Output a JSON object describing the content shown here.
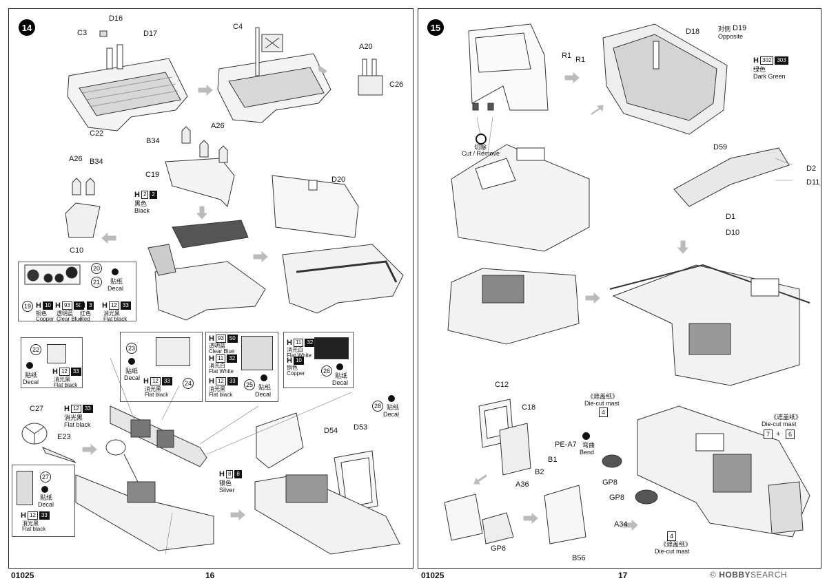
{
  "left_page": {
    "step": "14",
    "part_code": "01025",
    "page_number": "16",
    "parts": [
      "D16",
      "C3",
      "D17",
      "C22",
      "C4",
      "A20",
      "C26",
      "A26",
      "B34",
      "C19",
      "A26",
      "B34",
      "C10",
      "D20",
      "C27",
      "E23",
      "D54",
      "D53"
    ],
    "paints": {
      "black": {
        "h": "H",
        "n1": "2",
        "n2": "2",
        "cn": "黑色",
        "en": "Black"
      },
      "flat_black": {
        "h": "H",
        "n1": "12",
        "n2": "33",
        "cn": "消光黑",
        "en": "Flat black"
      },
      "silver": {
        "h": "H",
        "n1": "8",
        "n2": "8",
        "cn": "银色",
        "en": "Silver"
      }
    },
    "decal_panel_1": {
      "numbers": [
        "20",
        "21",
        "19"
      ],
      "decal_cn": "贴纸",
      "decal_en": "Decal",
      "copper": {
        "n": "10",
        "cn": "铜色",
        "en": "Copper"
      },
      "clear_blue": {
        "n1": "93",
        "n2": "50",
        "cn": "透明蓝",
        "en": "Clear Blue"
      },
      "red": {
        "n": "3",
        "cn": "红色",
        "en": "Red"
      },
      "flat_black": {
        "n1": "12",
        "n2": "33",
        "cn": "消光黑",
        "en": "Flat black"
      }
    },
    "decal_panel_2": {
      "number": "22",
      "decal_cn": "贴纸",
      "decal_en": "Decal",
      "n1": "12",
      "n2": "33",
      "cn": "消光黑",
      "en": "Flat black"
    },
    "decal_panel_3": {
      "numbers": [
        "23",
        "24"
      ],
      "decal_cn": "贴纸",
      "decal_en": "Decal",
      "n1": "12",
      "n2": "33",
      "cn": "消光黑",
      "en": "Flat black"
    },
    "decal_panel_4": {
      "number": "25",
      "decal_cn": "贴纸",
      "decal_en": "Decal",
      "clear_blue": {
        "n1": "93",
        "n2": "50",
        "cn": "透明蓝",
        "en": "Clear Blue"
      },
      "flat_white": {
        "n1": "11",
        "n2": "32",
        "cn": "消光白",
        "en": "Flat White"
      },
      "flat_black": {
        "n1": "12",
        "n2": "33",
        "cn": "消光黑",
        "en": "Flat black"
      }
    },
    "decal_panel_5": {
      "number": "26",
      "decal_cn": "贴纸",
      "decal_en": "Decal",
      "flat_white": {
        "n1": "11",
        "n2": "32",
        "cn": "消光白",
        "en": "Flat White"
      },
      "copper": {
        "n": "10",
        "cn": "铜色",
        "en": "Copper"
      }
    },
    "decal_28": {
      "number": "28",
      "cn": "贴纸",
      "en": "Decal"
    },
    "decal_panel_6": {
      "number": "27",
      "decal_cn": "贴纸",
      "decal_en": "Decal",
      "n1": "12",
      "n2": "33",
      "cn": "消光黑",
      "en": "Flat black"
    }
  },
  "right_page": {
    "step": "15",
    "part_code": "01025",
    "page_number": "17",
    "parts": [
      "R1",
      "R1",
      "D18",
      "C12",
      "C18",
      "PE-A7",
      "B1",
      "B2",
      "A36",
      "GP6",
      "A34",
      "B56",
      "GP8",
      "GP8",
      "D59",
      "D2",
      "D11",
      "D1",
      "D10"
    ],
    "opposite": {
      "label": "D19",
      "cn": "对侧",
      "en": "Opposite"
    },
    "dark_green": {
      "h": "H",
      "n1": "302",
      "n2": "303",
      "cn": "绿色",
      "en": "Dark Green"
    },
    "cut": {
      "cn": "切除",
      "en": "Cut / Remove"
    },
    "bend": {
      "cn": "弯曲",
      "en": "Bend"
    },
    "mask1": {
      "title": "《遮盖纸》",
      "en": "Die-cut mast",
      "n": "4"
    },
    "mask2": {
      "title": "《遮盖纸》",
      "en": "Die-cut mast",
      "n1": "7",
      "plus": "+",
      "n2": "6"
    },
    "mask3": {
      "n": "4",
      "title": "《遮盖纸》",
      "en": "Die-cut mast"
    }
  },
  "watermark": {
    "brand": "HOBBY",
    "text": "SEARCH",
    "copy": "©"
  }
}
